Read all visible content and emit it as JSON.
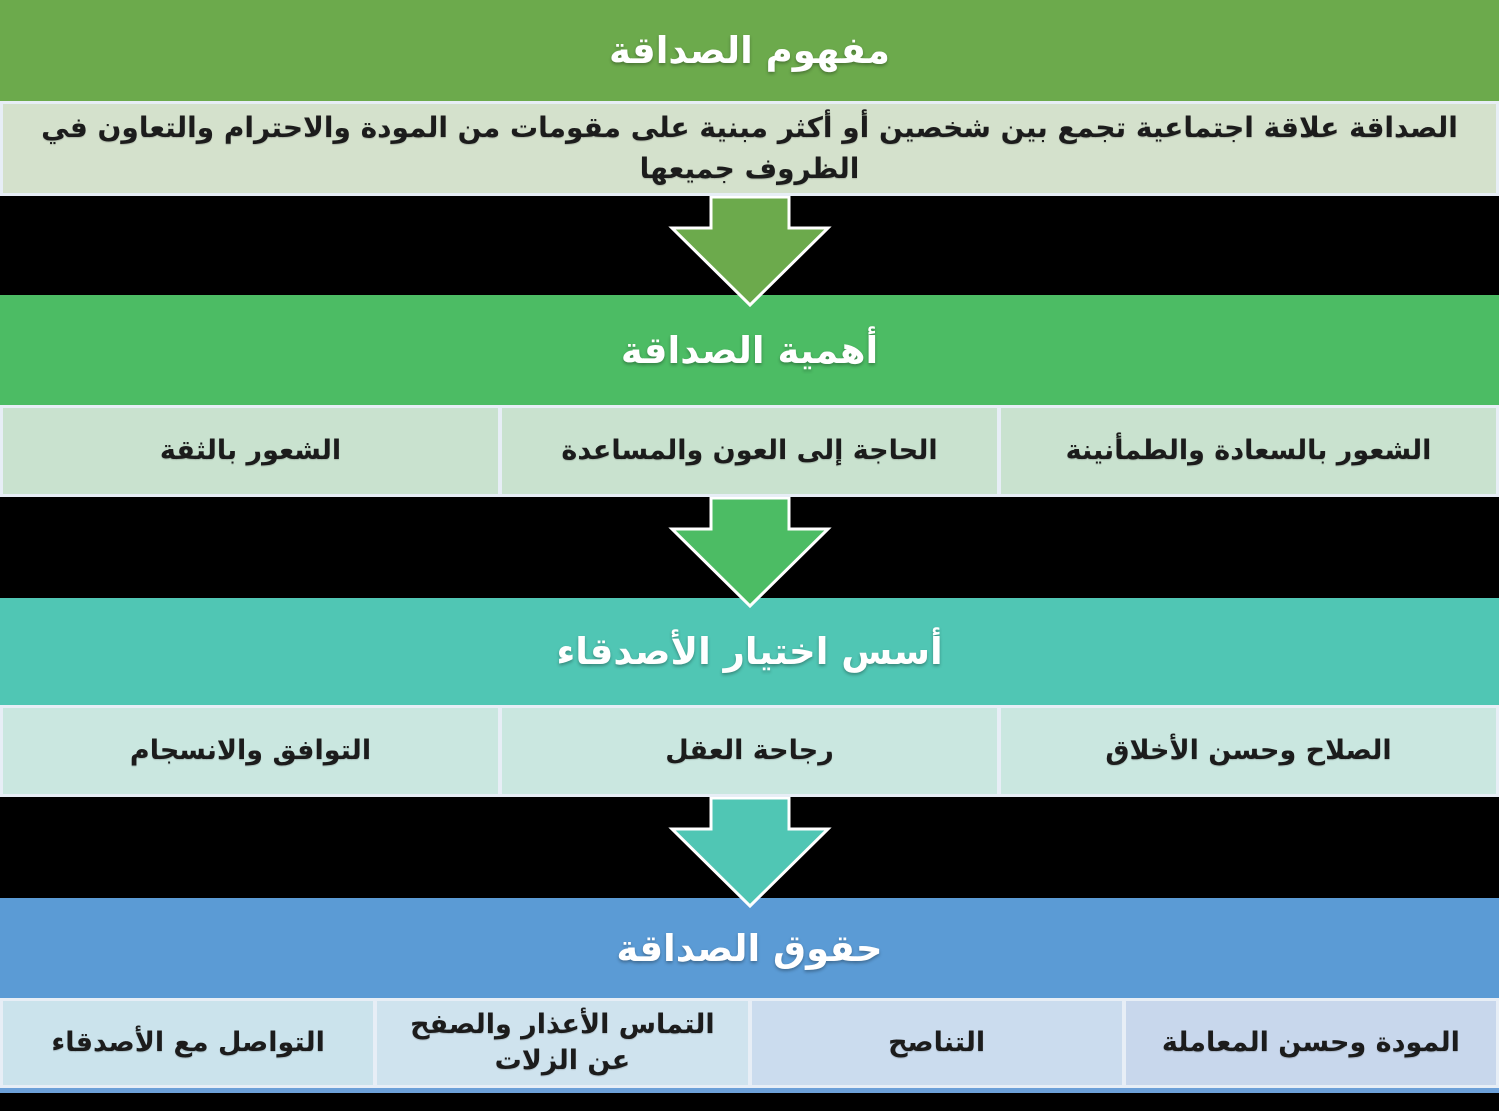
{
  "palette": {
    "background": "#000000",
    "section1_header": "#6CAA4C",
    "section1_body": "#D4E1CC",
    "section2_header": "#4CBC64",
    "section2_cells": "#C9E2CF",
    "section3_header": "#50C6B4",
    "section3_cells": "#CAE7E0",
    "section4_header": "#5B9BD5",
    "section4_cell_1": "#C8D7EC",
    "section4_cell_2": "#CBDCEE",
    "section4_cell_3": "#CFE3EE",
    "section4_cell_4": "#CBE3EC",
    "arrow_1": "#6CAA4C",
    "arrow_2": "#4CBC64",
    "arrow_3": "#50C6B4",
    "divider": "#E7EEF6",
    "bottom_line": "#6CA0D8",
    "header_text": "#FFFFFF",
    "cell_text": "#1C1C1C"
  },
  "sections": {
    "concept": {
      "title": "مفهوم الصداقة",
      "description": "الصداقة علاقة اجتماعية تجمع بين شخصين أو أكثر مبنية على مقومات من المودة والاحترام والتعاون في الظروف جميعها"
    },
    "importance": {
      "title": "أهمية الصداقة",
      "cells": [
        "الشعور بالسعادة والطمأنينة",
        "الحاجة إلى العون والمساعدة",
        "الشعور بالثقة"
      ]
    },
    "foundations": {
      "title": "أسس اختيار الأصدقاء",
      "cells": [
        "الصلاح وحسن الأخلاق",
        "رجاحة العقل",
        "التوافق والانسجام"
      ]
    },
    "rights": {
      "title": "حقوق الصداقة",
      "cells": [
        "المودة وحسن المعاملة",
        "التناصح",
        "التماس الأعذار والصفح عن الزلات",
        "التواصل مع الأصدقاء"
      ]
    }
  }
}
